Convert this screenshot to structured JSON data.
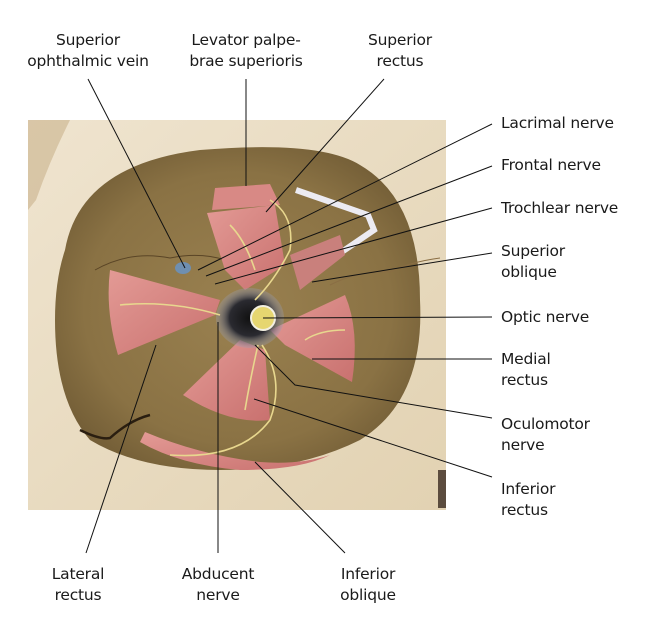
{
  "figure": {
    "subject": "Right orbit, anterior view: extraocular muscle origins and nerves at the orbital apex",
    "colors": {
      "bone": "#e9dcc4",
      "cavity": "#8c7446",
      "muscle": "#d98a86",
      "muscle_dark": "#c06e6c",
      "nerve": "#e8d78e",
      "optic_disc": "#e6d670",
      "vein": "#6f8fb0",
      "leader": "#111111"
    },
    "labels": {
      "top": [
        {
          "id": "superior-ophthalmic-vein",
          "lines": [
            "Superior",
            "ophthalmic vein"
          ]
        },
        {
          "id": "levator-palpebrae-superioris",
          "lines": [
            "Levator palpe-",
            "brae superioris"
          ]
        },
        {
          "id": "superior-rectus",
          "lines": [
            "Superior",
            "rectus"
          ]
        }
      ],
      "right": [
        {
          "id": "lacrimal-nerve",
          "lines": [
            "Lacrimal nerve"
          ]
        },
        {
          "id": "frontal-nerve",
          "lines": [
            "Frontal nerve"
          ]
        },
        {
          "id": "trochlear-nerve",
          "lines": [
            "Trochlear nerve"
          ]
        },
        {
          "id": "superior-oblique",
          "lines": [
            "Superior",
            "oblique"
          ]
        },
        {
          "id": "optic-nerve",
          "lines": [
            "Optic nerve"
          ]
        },
        {
          "id": "medial-rectus",
          "lines": [
            "Medial",
            "rectus"
          ]
        },
        {
          "id": "oculomotor-nerve",
          "lines": [
            "Oculomotor",
            "nerve"
          ]
        },
        {
          "id": "inferior-rectus",
          "lines": [
            "Inferior",
            "rectus"
          ]
        }
      ],
      "bottom": [
        {
          "id": "lateral-rectus",
          "lines": [
            "Lateral",
            "rectus"
          ]
        },
        {
          "id": "abducent-nerve",
          "lines": [
            "Abducent",
            "nerve"
          ]
        },
        {
          "id": "inferior-oblique",
          "lines": [
            "Inferior",
            "oblique"
          ]
        }
      ]
    }
  }
}
